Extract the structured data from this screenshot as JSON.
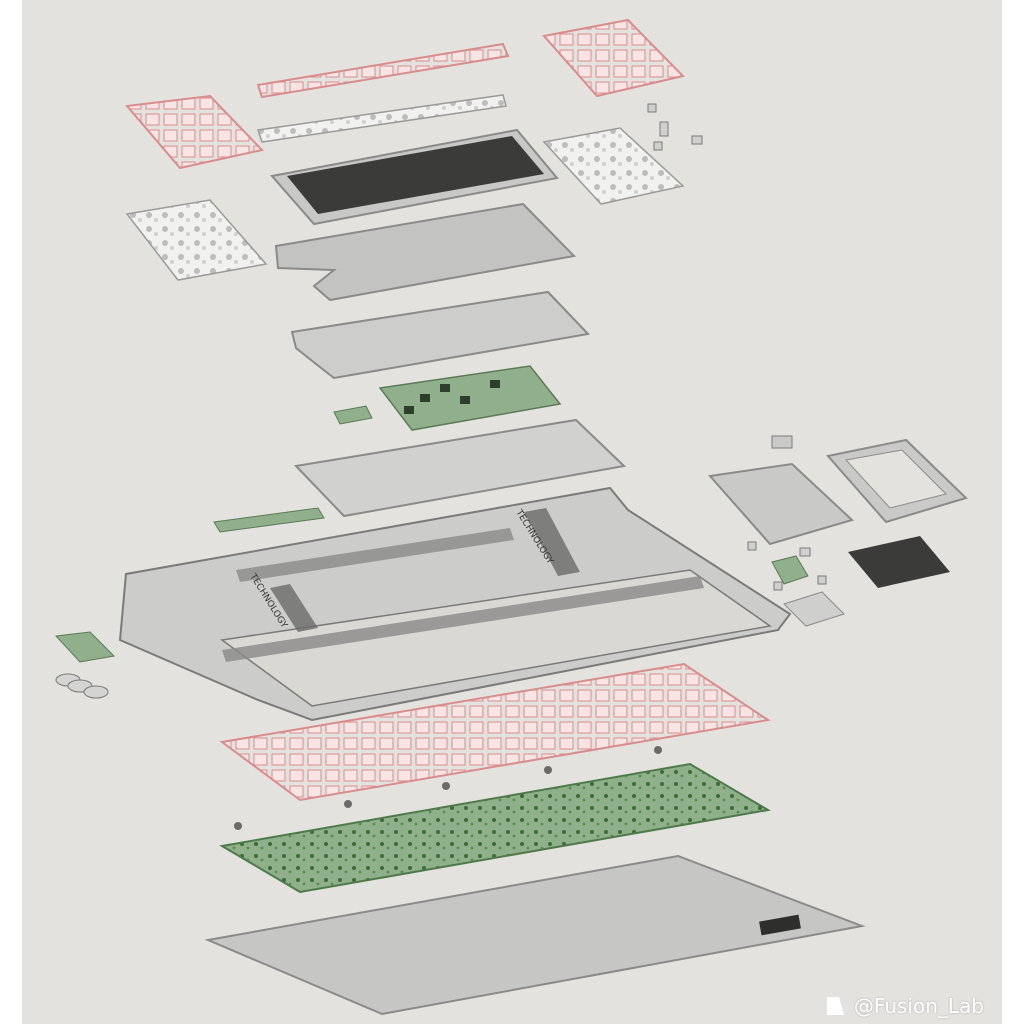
{
  "watermark": {
    "handle": "@Fusion_Lab",
    "icon": "fusion-lab-logo-icon"
  },
  "engraving": {
    "frame_text_1": "TECHNOLOGY",
    "frame_text_2": "TECHNOLOGY"
  },
  "colors": {
    "background": "#e3e2df",
    "switch_plate": "#f3b6b6",
    "pcb": "#8fb08a",
    "acrylic": "#b9b9b8",
    "display": "#3b3b3a"
  }
}
